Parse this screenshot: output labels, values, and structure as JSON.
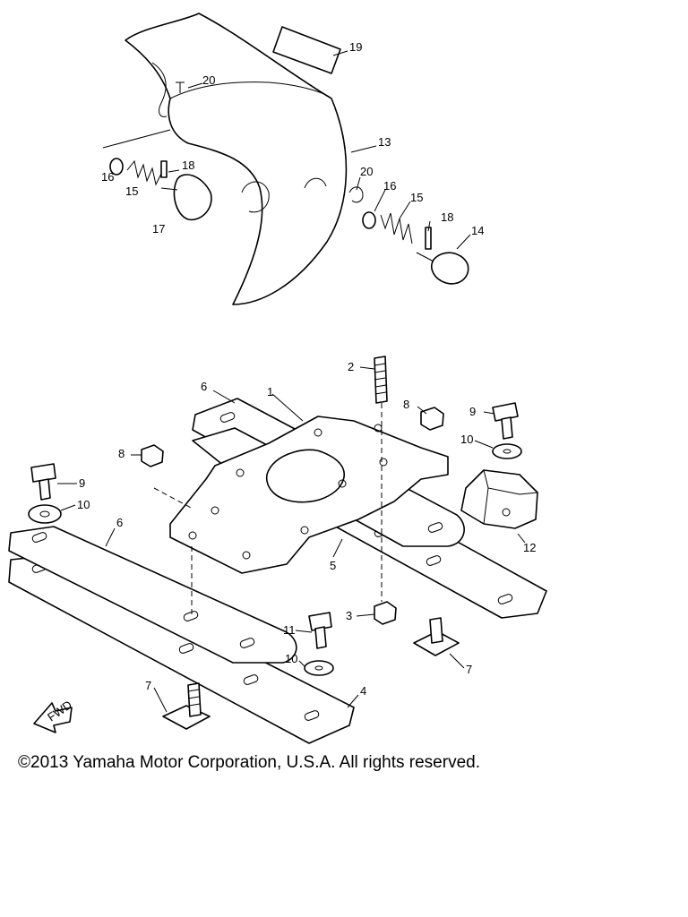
{
  "callouts": {
    "c1": "1",
    "c2": "2",
    "c3": "3",
    "c4": "4",
    "c5": "5",
    "c6a": "6",
    "c6b": "6",
    "c7a": "7",
    "c7b": "7",
    "c8a": "8",
    "c8b": "8",
    "c9a": "9",
    "c9b": "9",
    "c10a": "10",
    "c10b": "10",
    "c11": "11",
    "c12": "12",
    "c13": "13",
    "c14": "14",
    "c15a": "15",
    "c15b": "15",
    "c16a": "16",
    "c16b": "16",
    "c17": "17",
    "c18a": "18",
    "c18b": "18",
    "c19": "19",
    "c20a": "20",
    "c20b": "20"
  },
  "fwd_label": "FWD",
  "copyright": "©2013 Yamaha Motor Corporation, U.S.A. All rights reserved."
}
